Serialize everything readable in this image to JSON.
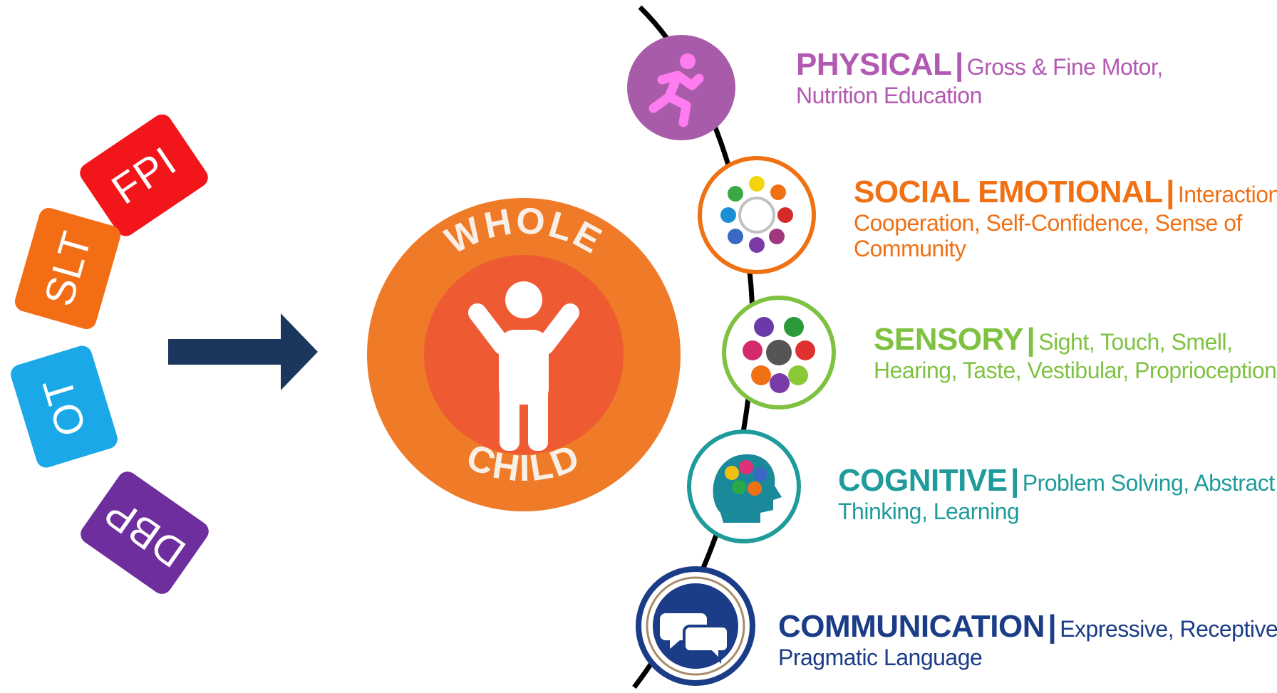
{
  "disciplines": [
    {
      "label": "FPI",
      "color": "#f2161a"
    },
    {
      "label": "SLT",
      "color": "#f36d14"
    },
    {
      "label": "OT",
      "color": "#1ba8e8"
    },
    {
      "label": "DBP",
      "color": "#6f2e9e"
    }
  ],
  "arrow": {
    "color": "#1b365d"
  },
  "badge": {
    "top_text": "WHOLE",
    "bottom_text": "CHILD",
    "ring_color": "#ef7a27",
    "inner_color": "#ee5a32"
  },
  "separator": "|",
  "domains": [
    {
      "id": "physical",
      "title": "PHYSICAL",
      "desc_first": "Gross & Fine Motor,",
      "desc_rest": "Nutrition Education",
      "color": "#b25ab2",
      "icon": "running-person-icon"
    },
    {
      "id": "social",
      "title": "SOCIAL EMOTIONAL",
      "desc_first": "Interaction,",
      "desc_rest": "Cooperation, Self-Confidence, Sense of Community",
      "color": "#f07014",
      "icon": "community-circle-icon"
    },
    {
      "id": "sensory",
      "title": "SENSORY",
      "desc_first": "Sight, Touch, Smell,",
      "desc_rest": "Hearing, Taste, Vestibular, Proprioception",
      "color": "#7fc241",
      "icon": "senses-icon"
    },
    {
      "id": "cognitive",
      "title": "COGNITIVE",
      "desc_first": "Problem Solving, Abstract",
      "desc_rest": "Thinking, Learning",
      "color": "#1f9b9b",
      "icon": "head-brain-icon"
    },
    {
      "id": "communication",
      "title": "COMMUNICATION",
      "desc_first": "Expressive, Receptive,",
      "desc_rest": "Pragmatic Language",
      "color": "#1b3c86",
      "icon": "speech-bubbles-icon"
    }
  ]
}
